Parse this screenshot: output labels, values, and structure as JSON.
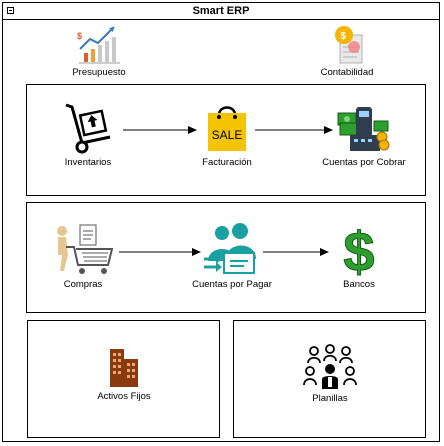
{
  "title": "Smart ERP",
  "modules": {
    "presupuesto": "Presupuesto",
    "contabilidad": "Contabilidad",
    "inventarios": "Inventarios",
    "facturacion": "Facturación",
    "facturacion_sign": "SALE",
    "cuentas_cobrar": "Cuentas por Cobrar",
    "compras": "Compras",
    "cuentas_pagar": "Cuentas por Pagar",
    "bancos": "Bancos",
    "activos_fijos": "Activos Fijos",
    "planillas": "Planillas"
  },
  "colors": {
    "bag_yellow": "#f5c400",
    "money_green": "#2e9e2e",
    "teal": "#1aa0a0",
    "building_brown": "#8b3a0f"
  }
}
